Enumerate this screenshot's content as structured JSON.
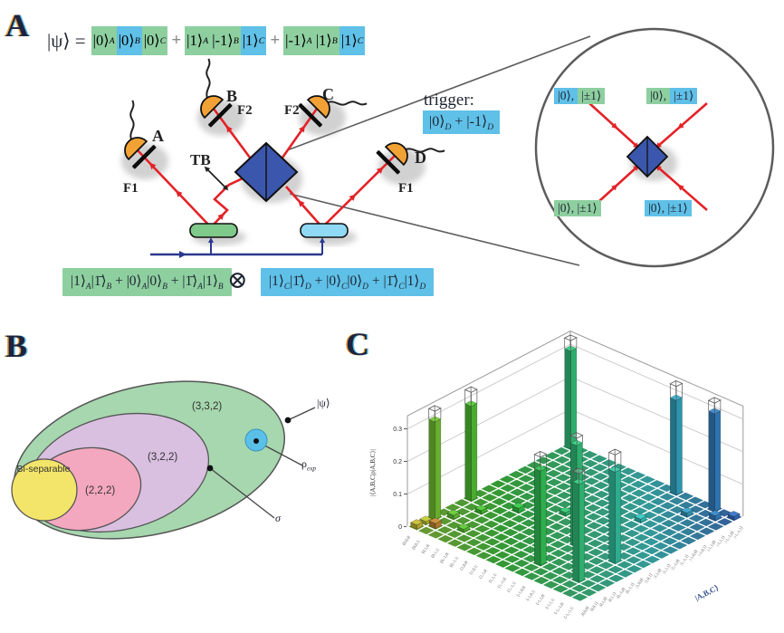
{
  "panel_a": {
    "label": "A",
    "state_lhs": "|ψ⟩ =",
    "plus": "+",
    "state_terms": [
      {
        "kets": [
          {
            "t": "|0⟩",
            "s": "A",
            "bg": "green"
          },
          {
            "t": "|0⟩",
            "s": "B",
            "bg": "blue"
          },
          {
            "t": "|0⟩",
            "s": "C",
            "bg": "green"
          }
        ]
      },
      {
        "kets": [
          {
            "t": "|1⟩",
            "s": "A",
            "bg": "green"
          },
          {
            "t": "|-1⟩",
            "s": "B",
            "bg": "green"
          },
          {
            "t": "|1⟩",
            "s": "C",
            "bg": "blue"
          }
        ]
      },
      {
        "kets": [
          {
            "t": "|-1⟩",
            "s": "A",
            "bg": "green"
          },
          {
            "t": "|1⟩",
            "s": "B",
            "bg": "green"
          },
          {
            "t": "|1⟩",
            "s": "C",
            "bg": "blue"
          }
        ]
      }
    ],
    "detectors": [
      {
        "name": "A",
        "filter": "F1"
      },
      {
        "name": "B",
        "filter": "F2"
      },
      {
        "name": "C",
        "filter": "F2"
      },
      {
        "name": "D",
        "filter": "F1"
      }
    ],
    "tb_label": "TB",
    "trigger_label": "trigger:",
    "trigger_state": [
      {
        "t": "|0⟩",
        "s": "D"
      },
      {
        "t": " + "
      },
      {
        "t": "|-1⟩",
        "s": "D"
      }
    ],
    "pair_state_green": [
      {
        "t": "|1⟩",
        "s": "A"
      },
      {
        "t": "|1̄⟩",
        "s": "B"
      },
      {
        "t": " + "
      },
      {
        "t": "|0⟩",
        "s": "A"
      },
      {
        "t": "|0⟩",
        "s": "B"
      },
      {
        "t": " + "
      },
      {
        "t": "|1̄⟩",
        "s": "A"
      },
      {
        "t": "|1⟩",
        "s": "B"
      }
    ],
    "tensor_symbol": "⊗",
    "pair_state_blue": [
      {
        "t": "|1⟩",
        "s": "C"
      },
      {
        "t": "|1̄⟩",
        "s": "D"
      },
      {
        "t": " + "
      },
      {
        "t": "|0⟩",
        "s": "C"
      },
      {
        "t": "|0⟩",
        "s": "D"
      },
      {
        "t": " + "
      },
      {
        "t": "|1̄⟩",
        "s": "C"
      },
      {
        "t": "|1⟩",
        "s": "D"
      }
    ],
    "inset_labels": [
      {
        "pos": "tl",
        "segments": [
          {
            "t": "|0⟩,",
            "bg": "blue"
          },
          {
            "t": "|±1⟩",
            "bg": "green"
          }
        ]
      },
      {
        "pos": "tr",
        "segments": [
          {
            "t": "|0⟩,",
            "bg": "green"
          },
          {
            "t": "|±1⟩",
            "bg": "blue"
          }
        ]
      },
      {
        "pos": "bl",
        "segments": [
          {
            "t": "|0⟩, |±1⟩",
            "bg": "green"
          }
        ]
      },
      {
        "pos": "br",
        "segments": [
          {
            "t": "|0⟩, |±1⟩",
            "bg": "blue"
          }
        ]
      }
    ]
  },
  "panel_b": {
    "label": "B",
    "sets": [
      {
        "label": "(3,3,2)",
        "color": "#a6d7ae"
      },
      {
        "label": "(3,2,2)",
        "color": "#d9bfe0"
      },
      {
        "label": "(2,2,2)",
        "color": "#f4a8c0"
      },
      {
        "label": "Bi-separable",
        "color": "#f3e569"
      }
    ],
    "markers": [
      {
        "id": "psi",
        "tokens": [
          {
            "t": "|ψ⟩"
          }
        ]
      },
      {
        "id": "rho_exp",
        "tokens": [
          {
            "t": "ρ",
            "s": "exp"
          }
        ]
      },
      {
        "id": "sigma",
        "tokens": [
          {
            "t": "σ"
          }
        ]
      }
    ]
  },
  "panel_c": {
    "label": "C"
  },
  "chart_data": {
    "type": "bar3d",
    "title": "",
    "zlabel": "|⟨A,B,C|ρ|A,B,C⟩|",
    "xlabel": "",
    "ylabel": "|A,B,C⟩",
    "zticks": [
      0,
      0.1,
      0.2,
      0.3
    ],
    "zlim": [
      0,
      0.34
    ],
    "ideal_value": 0.333,
    "grid": [
      18,
      18
    ],
    "row_labels": [
      "⟨0,0,0|",
      "⟨0,0,1|",
      "⟨0,1,0|",
      "⟨0,1,1|",
      "⟨0,-1,0|",
      "⟨0,-1,1|",
      "⟨1,0,0|",
      "⟨1,0,1|",
      "⟨1,1,0|",
      "⟨1,1,1|",
      "⟨1,-1,0|",
      "⟨1,-1,1|",
      "⟨-1,0,0|",
      "⟨-1,0,1|",
      "⟨-1,1,0|",
      "⟨-1,1,1|",
      "⟨-1,-1,0|",
      "⟨-1,-1,1|"
    ],
    "col_labels": [
      "|0,0,0⟩",
      "|0,0,1⟩",
      "|0,1,0⟩",
      "|0,1,1⟩",
      "|0,-1,0⟩",
      "|0,-1,1⟩",
      "|1,0,0⟩",
      "|1,0,1⟩",
      "|1,1,0⟩",
      "|1,1,1⟩",
      "|1,-1,0⟩",
      "|1,-1,1⟩",
      "|-1,0,0⟩",
      "|-1,0,1⟩",
      "|-1,1,0⟩",
      "|-1,1,1⟩",
      "|-1,-1,0⟩",
      "|-1,-1,1⟩"
    ],
    "bars": [
      {
        "row": 0,
        "col": 0,
        "value": 0.3
      },
      {
        "row": 0,
        "col": 11,
        "value": 0.29
      },
      {
        "row": 0,
        "col": 15,
        "value": 0.3
      },
      {
        "row": 11,
        "col": 0,
        "value": 0.29
      },
      {
        "row": 11,
        "col": 11,
        "value": 0.31
      },
      {
        "row": 11,
        "col": 15,
        "value": 0.28
      },
      {
        "row": 15,
        "col": 0,
        "value": 0.3
      },
      {
        "row": 15,
        "col": 11,
        "value": 0.29
      },
      {
        "row": 15,
        "col": 15,
        "value": 0.3
      }
    ],
    "noise_bars": [
      {
        "row": 17,
        "col": 0,
        "value": 0.013,
        "hue": 55
      },
      {
        "row": 16,
        "col": 1,
        "value": 0.016,
        "hue": 35
      },
      {
        "row": 16,
        "col": 0,
        "value": 0.009,
        "hue": 62
      },
      {
        "row": 15,
        "col": 3,
        "value": 0.009
      },
      {
        "row": 14,
        "col": 1,
        "value": 0.012
      },
      {
        "row": 12,
        "col": 2,
        "value": 0.01
      },
      {
        "row": 10,
        "col": 4,
        "value": 0.014
      },
      {
        "row": 8,
        "col": 7,
        "value": 0.01
      },
      {
        "row": 5,
        "col": 12,
        "value": 0.011
      },
      {
        "row": 2,
        "col": 14,
        "value": 0.012
      },
      {
        "row": 1,
        "col": 16,
        "value": 0.014
      },
      {
        "row": 0,
        "col": 17,
        "value": 0.01
      }
    ],
    "floor_hue_range": [
      85,
      215
    ]
  },
  "colors": {
    "term_green": "#8ecfa0",
    "term_blue": "#5fc0e8",
    "beam_red": "#e32227",
    "pump_blue": "#2b3990",
    "diamond_blue": "#3b57ad",
    "detector_orange": "#f2a235",
    "crystal_green": "#7fc98b",
    "crystal_blue": "#8fd9f4",
    "grey_line": "#5c5c5c",
    "venn_green": "#a6d7ae",
    "venn_purple": "#d9bfe0",
    "venn_pink": "#f4a8c0",
    "venn_yellow": "#f3e569",
    "venn_blue_dot": "#5bc0e8",
    "bar_outline": "#555555"
  }
}
